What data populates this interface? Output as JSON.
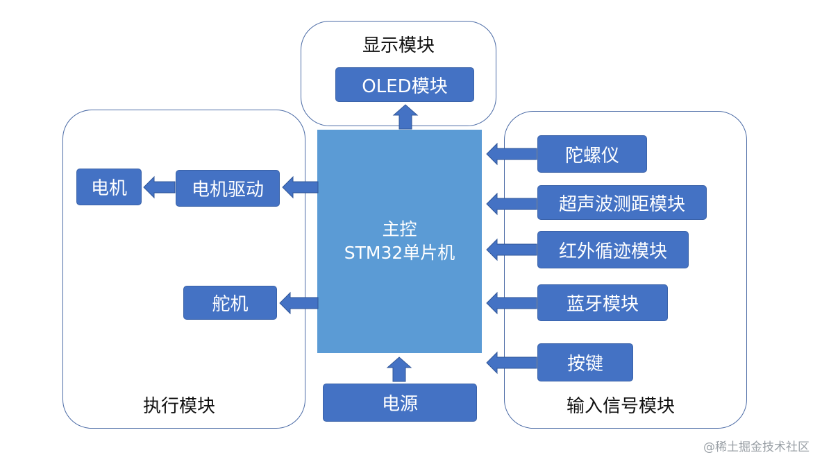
{
  "display_group": {
    "title": "显示模块",
    "oled": "OLED模块"
  },
  "exec_group": {
    "title": "执行模块",
    "motor": "电机",
    "motor_driver": "电机驱动",
    "servo": "舵机"
  },
  "input_group": {
    "title": "输入信号模块",
    "items": [
      "陀螺仪",
      "超声波测距模块",
      "红外循迹模块",
      "蓝牙模块",
      "按键"
    ]
  },
  "main": {
    "line1": "主控",
    "line2": "STM32单片机"
  },
  "power": "电源",
  "watermark": "@稀土掘金技术社区",
  "colors": {
    "box": "#4472c4",
    "main": "#5b9bd5",
    "group_border": "#4a6aa5"
  }
}
